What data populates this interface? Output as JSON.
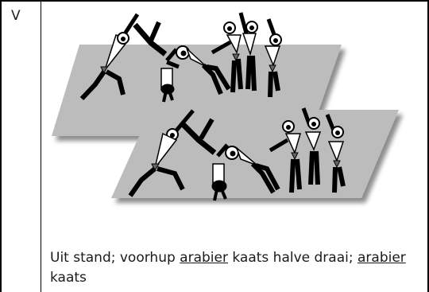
{
  "row": {
    "level": "V",
    "caption": {
      "part1": "Uit stand; voorhup ",
      "term1": "arabier",
      "part2": " kaats halve draai; ",
      "term2": "arabier",
      "part3": " kaats"
    }
  }
}
